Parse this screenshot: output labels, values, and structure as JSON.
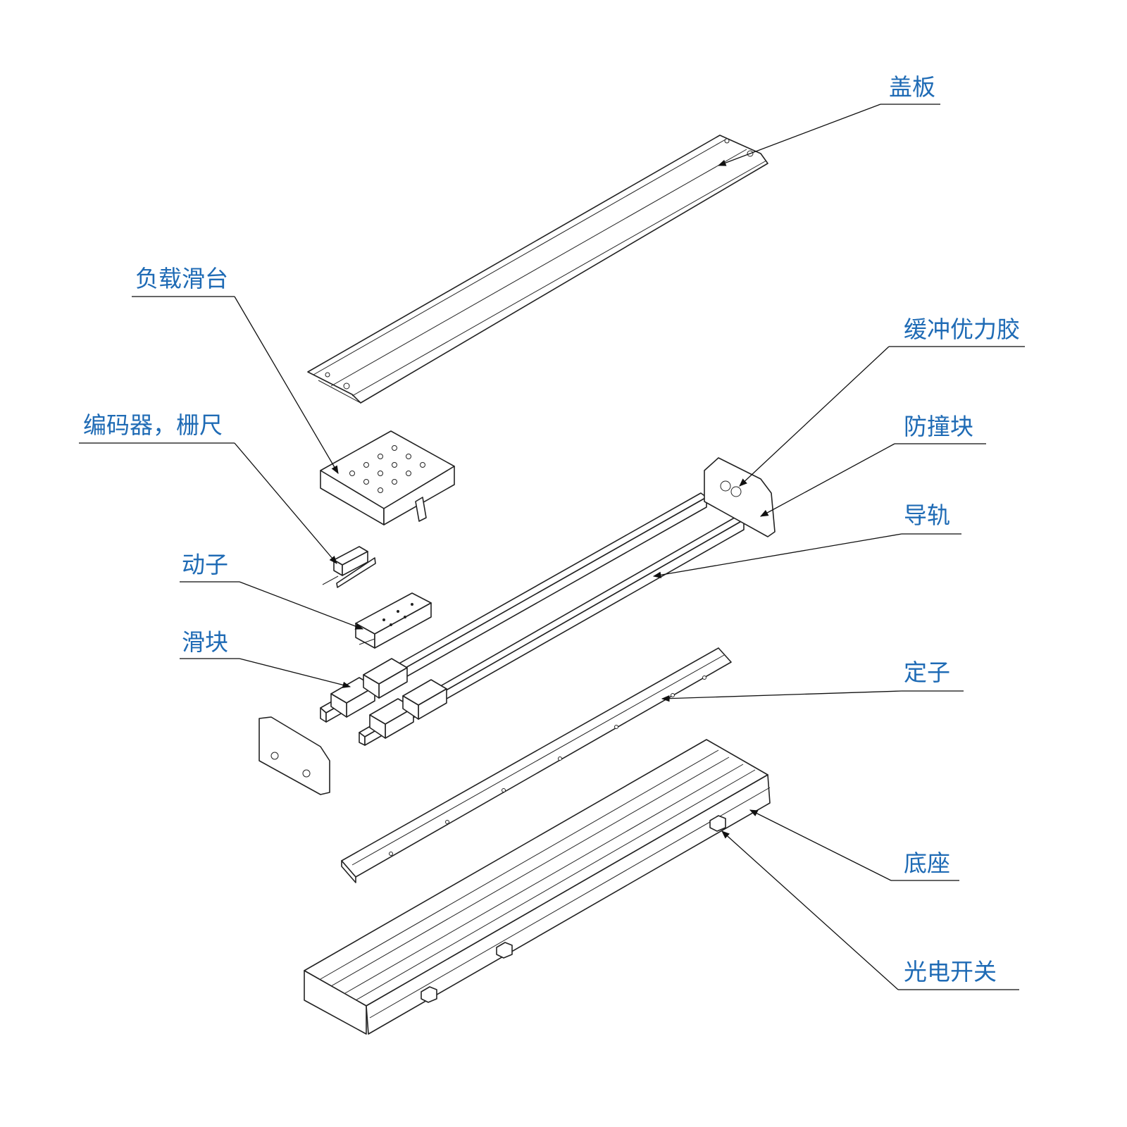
{
  "title": "直线电机模组爆炸图",
  "accent_color": "#1f6bb5",
  "labels": {
    "cover": "盖板",
    "load_table": "负载滑台",
    "encoder": "编码器，栅尺",
    "mover": "动子",
    "slider": "滑块",
    "buffer": "缓冲优力胶",
    "bumper": "防撞块",
    "guide_rail": "导轨",
    "stator": "定子",
    "base": "底座",
    "photo_switch": "光电开关"
  }
}
